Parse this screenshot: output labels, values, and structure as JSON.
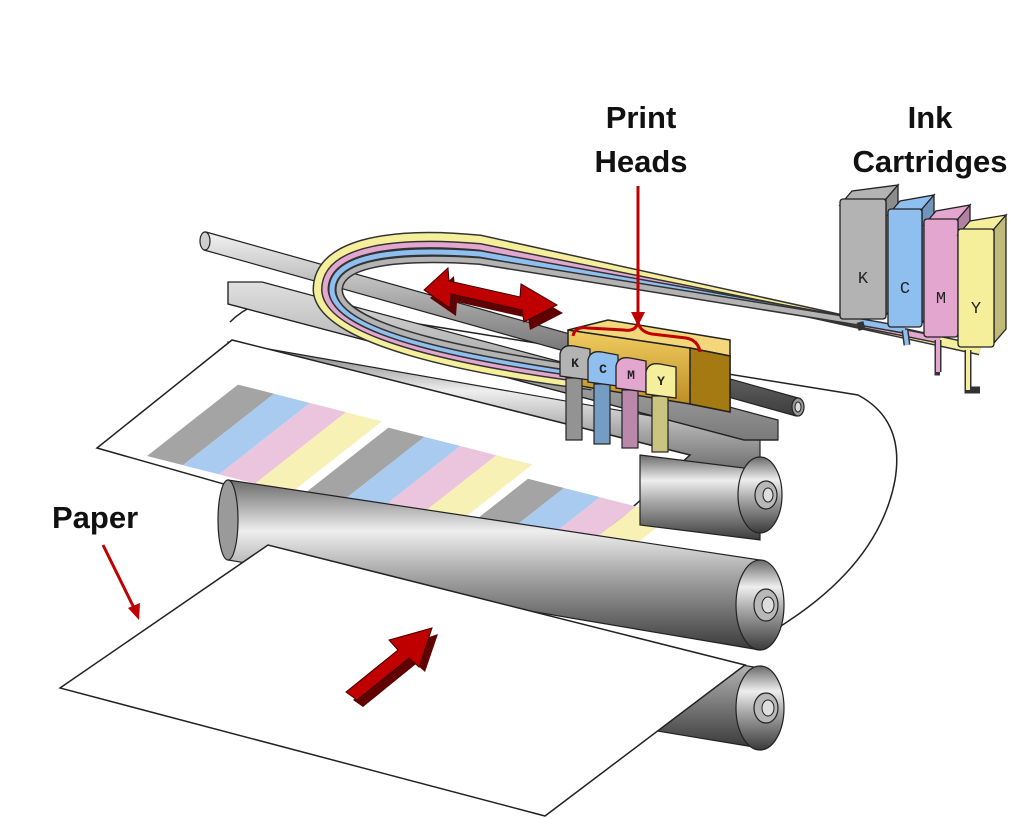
{
  "labels": {
    "print_heads_line1": "Print",
    "print_heads_line2": "Heads",
    "ink_cartridges_line1": "Ink",
    "ink_cartridges_line2": "Cartridges",
    "paper": "Paper"
  },
  "cartridges": [
    {
      "letter": "K",
      "color": "#b3b3b3"
    },
    {
      "letter": "C",
      "color": "#8fbfee"
    },
    {
      "letter": "M",
      "color": "#e2a6cf"
    },
    {
      "letter": "Y",
      "color": "#f5ef9c"
    }
  ],
  "heads": [
    {
      "letter": "K"
    },
    {
      "letter": "C"
    },
    {
      "letter": "M"
    },
    {
      "letter": "Y"
    }
  ],
  "colors": {
    "arrow_red": "#c00000",
    "head_block": "#d4ac3a",
    "stripe_k": "#a4a4a4",
    "stripe_c": "#a9cbef",
    "stripe_m": "#ebc4dd",
    "stripe_y": "#f7f1b6"
  }
}
